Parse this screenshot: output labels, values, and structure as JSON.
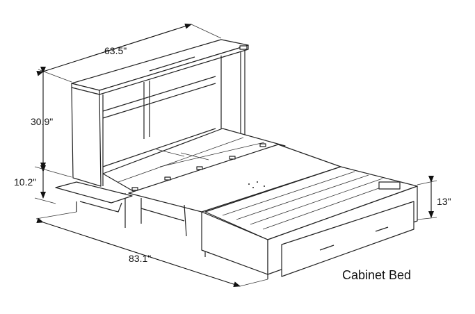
{
  "caption": "Cabinet Bed",
  "dimensions": {
    "width": "63.5\"",
    "cabinet_height": "30.9\"",
    "base_height": "10.2\"",
    "open_length": "83.1\"",
    "foot_height": "13\""
  }
}
